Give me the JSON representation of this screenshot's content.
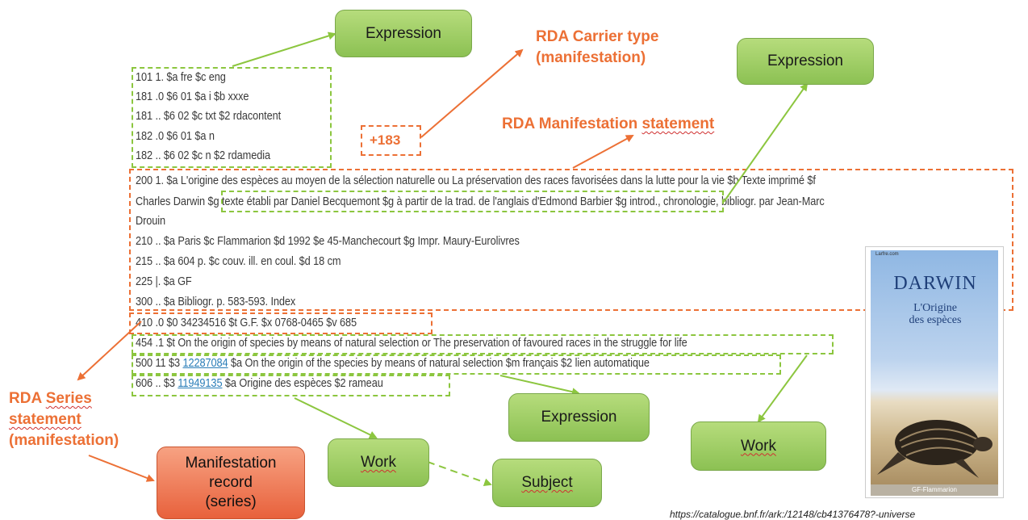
{
  "record_lines": [
    "101 1. $a fre $c eng",
    "181 .0 $6 01 $a i $b xxxe",
    "181 .. $6 02 $c txt $2 rdacontent",
    "182 .0 $6 01 $a n",
    "182 .. $6 02 $c n $2 rdamedia"
  ],
  "field200": {
    "line1": "200 1. $a L'origine des espèces au moyen de la sélection naturelle ou La préservation des races favorisées dans la lutte pour la vie $b Texte imprimé $f",
    "line2": "Charles Darwin $g texte établi par Daniel Becquemont $g à partir de la trad. de l'anglais d'Edmond Barbier $g introd., chronologie, bibliogr. par Jean-Marc",
    "line3": "Drouin"
  },
  "fields_mid": [
    "210 .. $a Paris $c Flammarion $d 1992 $e 45-Manchecourt $g Impr. Maury-Eurolivres",
    "215 .. $a 604 p. $c couv. ill. en coul. $d 18 cm",
    "225 |. $a GF",
    "300 .. $a Bibliogr. p. 583-593. Index",
    "410 .0 $0 34234516 $t G.F. $x 0768-0465 $v 685",
    "454 .1 $t On the origin of species by means of natural selection or The preservation of favoured races in the struggle for life"
  ],
  "field500": {
    "prefix": "500 11 $3 ",
    "link": "12287084",
    "rest": " $a On the origin of the species by means of natural selection $m français $2 lien automatique"
  },
  "field606": {
    "prefix": "606 .. $3 ",
    "link": "11949135",
    "rest": " $a Origine des espèces $2 rameau"
  },
  "carrier_note": "+183",
  "boxes": {
    "expression_top": "Expression",
    "expression_right": "Expression",
    "expression_bottom": "Expression",
    "work_left": "Work",
    "work_right": "Work",
    "subject": "Subject",
    "manifestation_record": [
      "Manifestation",
      "record",
      "(series)"
    ]
  },
  "labels": {
    "carrier_type": [
      "RDA Carrier type",
      "(manifestation)"
    ],
    "manifestation_statement": [
      "RDA Manifestation ",
      "statement"
    ],
    "series_statement": [
      "RDA ",
      "Series",
      "statement",
      "(manifestation)"
    ]
  },
  "cover": {
    "publisher_top": "Larfre.com",
    "author": "DARWIN",
    "title_line1": "L'Origine",
    "title_line2": "des espèces",
    "imprint": "GF-Flammarion"
  },
  "source_url": "https://catalogue.bnf.fr/ark:/12148/cb41376478?-universe",
  "colors": {
    "green": "#8cc63f",
    "orange": "#ec7035",
    "link": "#2a7db8"
  }
}
